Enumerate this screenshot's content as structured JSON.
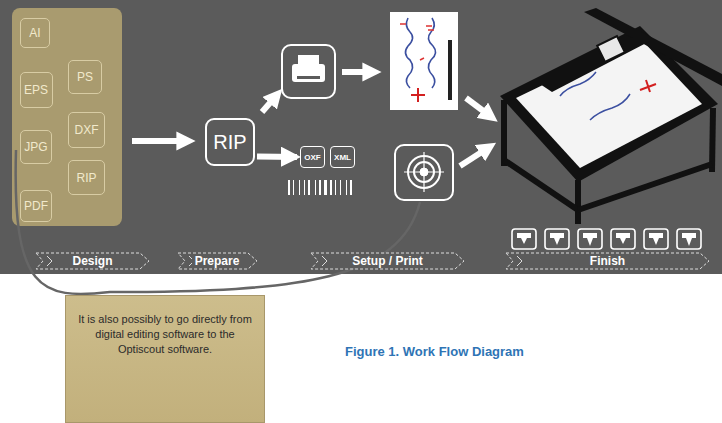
{
  "diagram": {
    "caption": "Figure 1. Work Flow Diagram",
    "nodes": [
      {
        "text": [
          "AI"
        ]
      },
      {
        "text": [
          "PS"
        ]
      },
      {
        "text": [
          "EPS"
        ]
      },
      {
        "text": [
          "DXF"
        ]
      },
      {
        "text": [
          "JPG"
        ]
      },
      {
        "text": [
          "RIP"
        ]
      },
      {
        "text": [
          "PDF"
        ]
      },
      {
        "text": [
          "RIP"
        ]
      },
      {
        "text": [
          "OXF"
        ]
      },
      {
        "text": [
          "XML"
        ]
      },
      {
        "text": [
          "Design"
        ]
      },
      {
        "text": [
          "Prepare"
        ]
      },
      {
        "text": [
          "Setup / Print"
        ]
      },
      {
        "text": [
          "Finish"
        ]
      },
      {
        "text": [
          "It is also possibly to go directly from digital editing software to the Optiscout software."
        ]
      }
    ],
    "edges": [
      {
        "from": 7,
        "to": 8,
        "arrow": "to"
      }
    ]
  }
}
